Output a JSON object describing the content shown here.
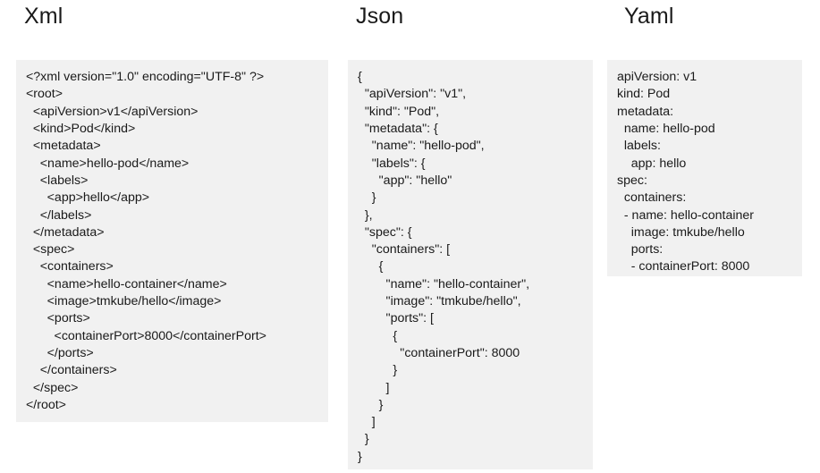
{
  "panels": [
    {
      "id": "xml",
      "title": "Xml",
      "code": "<?xml version=\"1.0\" encoding=\"UTF-8\" ?>\n<root>\n  <apiVersion>v1</apiVersion>\n  <kind>Pod</kind>\n  <metadata>\n    <name>hello-pod</name>\n    <labels>\n      <app>hello</app>\n    </labels>\n  </metadata>\n  <spec>\n    <containers>\n      <name>hello-container</name>\n      <image>tmkube/hello</image>\n      <ports>\n        <containerPort>8000</containerPort>\n      </ports>\n    </containers>\n  </spec>\n</root>"
    },
    {
      "id": "json",
      "title": "Json",
      "code": "{\n  \"apiVersion\": \"v1\",\n  \"kind\": \"Pod\",\n  \"metadata\": {\n    \"name\": \"hello-pod\",\n    \"labels\": {\n      \"app\": \"hello\"\n    }\n  },\n  \"spec\": {\n    \"containers\": [\n      {\n        \"name\": \"hello-container\",\n        \"image\": \"tmkube/hello\",\n        \"ports\": [\n          {\n            \"containerPort\": 8000\n          }\n        ]\n      }\n    ]\n  }\n}"
    },
    {
      "id": "yaml",
      "title": "Yaml",
      "code": "apiVersion: v1\nkind: Pod\nmetadata:\n  name: hello-pod\n  labels:\n    app: hello\nspec:\n  containers:\n  - name: hello-container\n    image: tmkube/hello\n    ports:\n    - containerPort: 8000"
    }
  ],
  "colors": {
    "page_background": "#ffffff",
    "code_background": "#f1f1f1",
    "text": "#1a1a1a"
  }
}
